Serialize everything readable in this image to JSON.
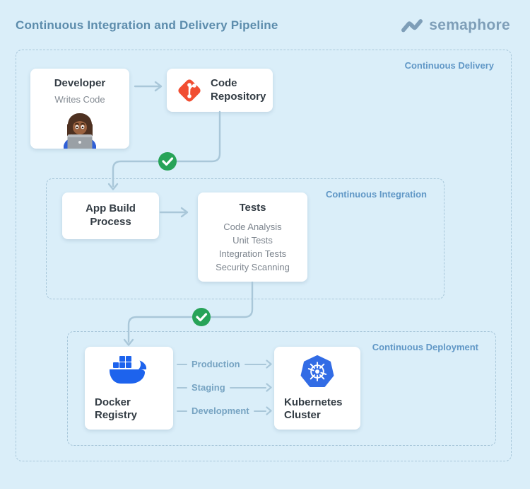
{
  "header": {
    "title": "Continuous Integration and Delivery Pipeline",
    "brand": "semaphore"
  },
  "regions": {
    "delivery": {
      "label": "Continuous Delivery"
    },
    "integration": {
      "label": "Continuous Integration"
    },
    "deployment": {
      "label": "Continuous Deployment"
    }
  },
  "nodes": {
    "developer": {
      "title": "Developer",
      "subtitle": "Writes Code",
      "icon": "woman-technologist-emoji"
    },
    "code_repository": {
      "title": "Code Repository",
      "icon": "git-logo"
    },
    "app_build": {
      "title": "App Build Process"
    },
    "tests": {
      "title": "Tests",
      "items": [
        "Code Analysis",
        "Unit Tests",
        "Integration Tests",
        "Security Scanning"
      ]
    },
    "docker_registry": {
      "title": "Docker Registry",
      "icon": "docker-logo"
    },
    "kubernetes_cluster": {
      "title": "Kubernetes Cluster",
      "icon": "kubernetes-logo"
    }
  },
  "deploy_arrows": [
    "Production",
    "Staging",
    "Development"
  ],
  "colors": {
    "background": "#DAEEF9",
    "card": "#FFFFFF",
    "dashed_border": "#A8C7DA",
    "connector": "#A9C7D9",
    "title_text": "#5C8CAC",
    "section_label": "#6097C6",
    "dark_text": "#333C44",
    "muted_text": "#7D858E",
    "success_green": "#27A358",
    "git_orange": "#F14E32",
    "docker_blue": "#1D63ED",
    "kubernetes_blue": "#326CE5",
    "brand_gray_blue": "#7E9EB8"
  }
}
